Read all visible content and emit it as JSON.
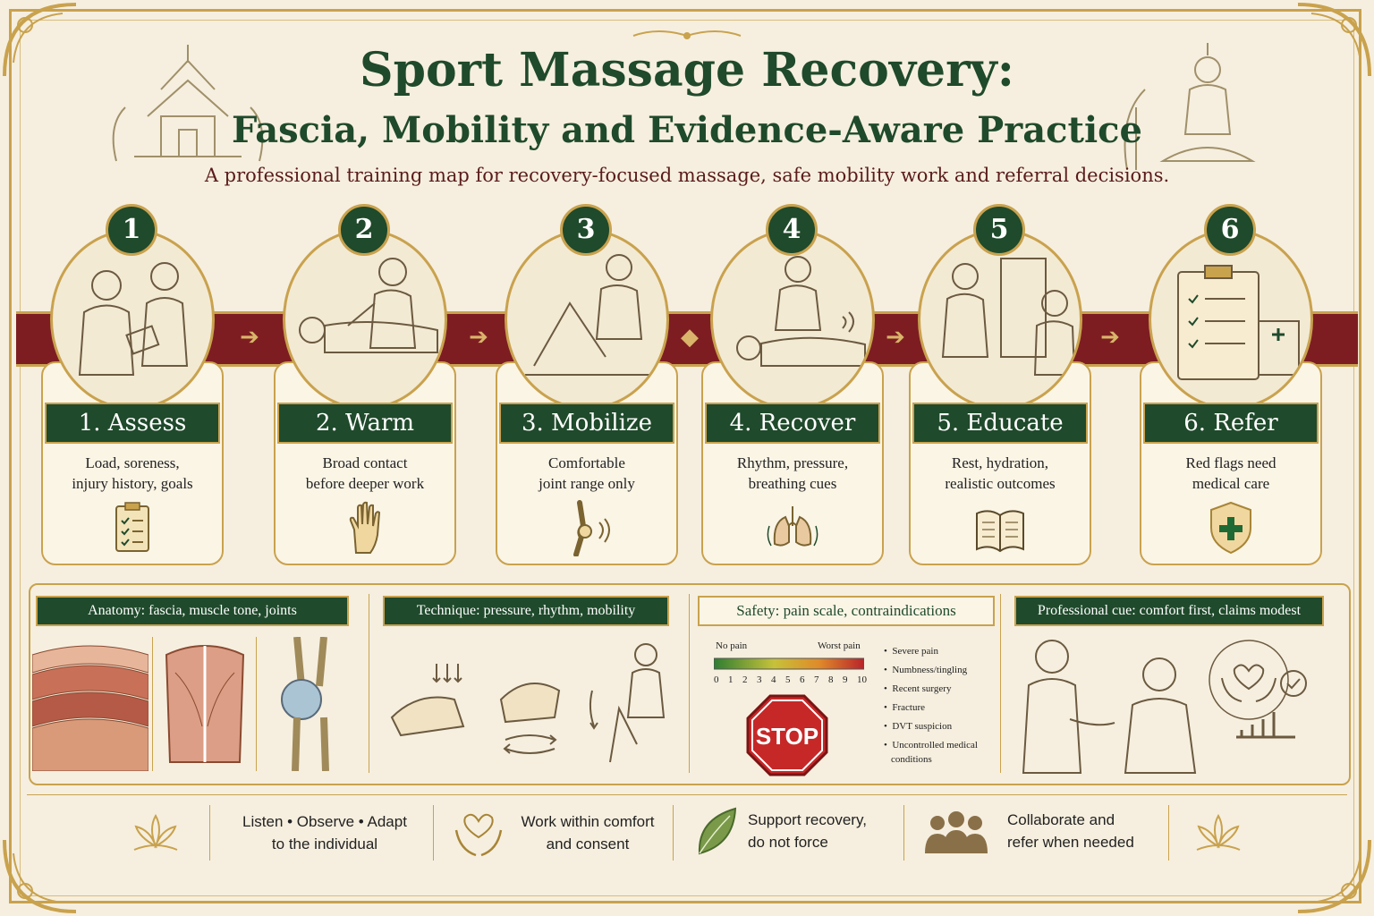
{
  "header": {
    "title": "Sport Massage Recovery:",
    "subtitle": "Fascia, Mobility and Evidence-Aware Practice",
    "tagline": "A professional training map for recovery-focused massage, safe mobility work and referral decisions."
  },
  "steps": [
    {
      "number": "1",
      "label": "1. Assess",
      "desc_line1": "Load, soreness,",
      "desc_line2": "injury history, goals",
      "icon": "clipboard-checklist-icon"
    },
    {
      "number": "2",
      "label": "2. Warm",
      "desc_line1": "Broad contact",
      "desc_line2": "before deeper work",
      "icon": "open-hand-icon"
    },
    {
      "number": "3",
      "label": "3. Mobilize",
      "desc_line1": "Comfortable",
      "desc_line2": "joint range only",
      "icon": "knee-joint-icon"
    },
    {
      "number": "4",
      "label": "4. Recover",
      "desc_line1": "Rhythm, pressure,",
      "desc_line2": "breathing cues",
      "icon": "lungs-icon"
    },
    {
      "number": "5",
      "label": "5. Educate",
      "desc_line1": "Rest, hydration,",
      "desc_line2": "realistic outcomes",
      "icon": "open-book-icon"
    },
    {
      "number": "6",
      "label": "6. Refer",
      "desc_line1": "Red flags need",
      "desc_line2": "medical care",
      "icon": "shield-cross-icon"
    }
  ],
  "sections": {
    "anatomy": "Anatomy: fascia, muscle tone, joints",
    "technique": "Technique: pressure, rhythm, mobility",
    "safety": "Safety: pain scale, contraindications",
    "professional": "Professional cue: comfort first, claims modest"
  },
  "pain_scale": {
    "left_label": "No pain",
    "right_label": "Worst pain",
    "ticks": [
      "0",
      "1",
      "2",
      "3",
      "4",
      "5",
      "6",
      "7",
      "8",
      "9",
      "10"
    ],
    "stop_text": "STOP"
  },
  "red_flags": [
    "Severe pain",
    "Numbness/tingling",
    "Recent surgery",
    "Fracture",
    "DVT suspicion",
    "Uncontrolled medical",
    "conditions"
  ],
  "principles": [
    {
      "line1": "Listen  •  Observe  •  Adapt",
      "line2": "to the individual"
    },
    {
      "line1": "Work within comfort",
      "line2": "and consent",
      "icon": "heart-hands-icon"
    },
    {
      "line1": "Support recovery,",
      "line2": "do not force",
      "icon": "leaf-icon"
    },
    {
      "line1": "Collaborate and",
      "line2": "refer when needed",
      "icon": "people-group-icon"
    }
  ],
  "colors": {
    "green": "#1f4a2b",
    "gold": "#c9a24e",
    "maroon": "#7d1d22",
    "background": "#f6efdf"
  }
}
